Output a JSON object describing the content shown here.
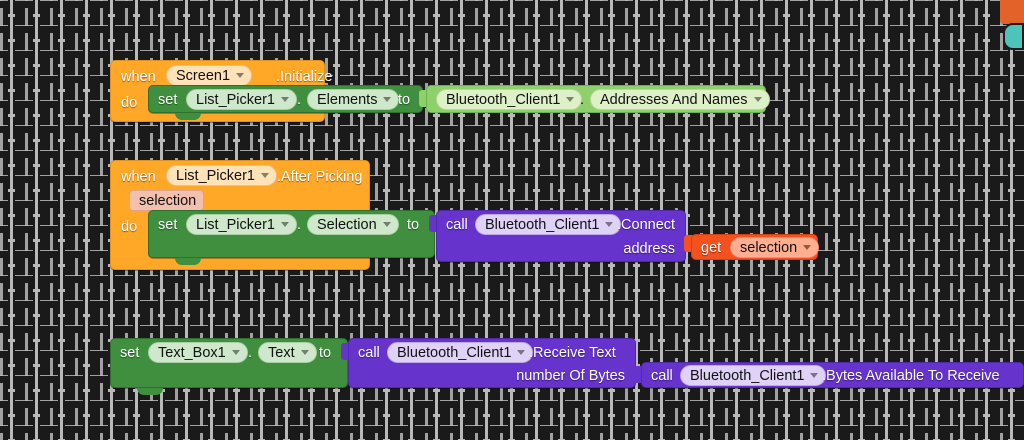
{
  "app": {
    "title": "MIT App Inventor — Blocks Editor",
    "canvas_background": "#1a1a1a",
    "grid_mark": "plus-grid"
  },
  "palette": {
    "event_orange": "#ffa726",
    "setter_green": "#3f8f3f",
    "call_purple": "#6633cc",
    "component_getter_green": "#8ed16a",
    "variable_get_orange": "#f4511e",
    "parameter_salmon": "#f2c0ac"
  },
  "blocks": {
    "block1": {
      "kind": "event-handler",
      "when_label": "when",
      "component": "Screen1",
      "event": ".Initialize",
      "do_label": "do",
      "body": {
        "kind": "component-setter",
        "set_label": "set",
        "component": "List_Picker1",
        "dot": ".",
        "property": "Elements",
        "to_label": "to",
        "value": {
          "kind": "component-getter",
          "component": "Bluetooth_Client1",
          "dot": ".",
          "property": "Addresses And Names"
        }
      }
    },
    "block2": {
      "kind": "event-handler",
      "when_label": "when",
      "component": "List_Picker1",
      "event": ".After Picking",
      "parameter": "selection",
      "do_label": "do",
      "body": {
        "kind": "component-setter",
        "set_label": "set",
        "component": "List_Picker1",
        "dot": ".",
        "property": "Selection",
        "to_label": "to",
        "value": {
          "kind": "component-method-call",
          "call_label": "call",
          "component": "Bluetooth_Client1",
          "method": ".Connect",
          "arg_label": "address",
          "arg_value": {
            "kind": "variable-getter",
            "get_label": "get",
            "variable": "selection"
          }
        }
      }
    },
    "block3": {
      "kind": "component-setter",
      "set_label": "set",
      "component": "Text_Box1",
      "dot": ".",
      "property": "Text",
      "to_label": "to",
      "value": {
        "kind": "component-method-call",
        "call_label": "call",
        "component": "Bluetooth_Client1",
        "method": ".Receive Text",
        "arg_label": "number Of Bytes",
        "arg_value": {
          "kind": "component-method-call",
          "call_label": "call",
          "component": "Bluetooth_Client1",
          "method": ".Bytes Available To Receive"
        }
      }
    }
  }
}
